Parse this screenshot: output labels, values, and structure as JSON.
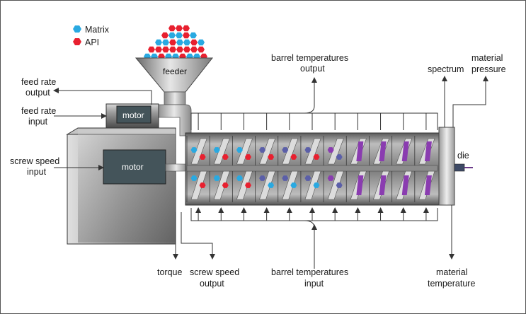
{
  "legend": {
    "matrix_label": "Matrix",
    "api_label": "API",
    "matrix_color": "#29a9e1",
    "api_color": "#e8202f"
  },
  "labels": {
    "feeder": "feeder",
    "motor_small": "motor",
    "motor_main": "motor",
    "die": "die",
    "feed_rate_output_1": "feed rate",
    "feed_rate_output_2": "output",
    "feed_rate_input_1": "feed rate",
    "feed_rate_input_2": "input",
    "screw_speed_input_1": "screw speed",
    "screw_speed_input_2": "input",
    "barrel_temp_output_1": "barrel temperatures",
    "barrel_temp_output_2": "output",
    "spectrum": "spectrum",
    "material_pressure_1": "material",
    "material_pressure_2": "pressure",
    "torque": "torque",
    "screw_speed_output_1": "screw speed",
    "screw_speed_output_2": "output",
    "barrel_temp_input_1": "barrel temperatures",
    "barrel_temp_input_2": "input",
    "material_temp_1": "material",
    "material_temp_2": "temperature"
  },
  "colors": {
    "matrix": "#29a9e1",
    "api": "#e8202f",
    "blended": "#5b5fa8",
    "melt": "#8a3cb0"
  }
}
